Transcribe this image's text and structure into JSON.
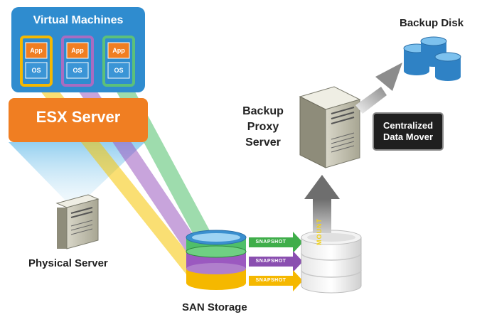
{
  "vm_group": {
    "title": "Virtual Machines",
    "vms": [
      {
        "app": "App",
        "os": "OS",
        "color": "#f5b800"
      },
      {
        "app": "App",
        "os": "OS",
        "color": "#a86cc1"
      },
      {
        "app": "App",
        "os": "OS",
        "color": "#5cc07a"
      }
    ]
  },
  "esx_server": {
    "label": "ESX Server"
  },
  "physical_server": {
    "label": "Physical Server"
  },
  "san_storage": {
    "label": "SAN Storage"
  },
  "snapshots": [
    {
      "label": "SNAPSHOT",
      "color": "#3fae4a"
    },
    {
      "label": "SNAPSHOT",
      "color": "#8a4fb0"
    },
    {
      "label": "SNAPSHOT",
      "color": "#f5b800"
    }
  ],
  "mount": {
    "label": "MOUNT"
  },
  "backup_proxy": {
    "line1": "Backup",
    "line2": "Proxy",
    "line3": "Server"
  },
  "data_mover": {
    "line1": "Centralized",
    "line2": "Data Mover"
  },
  "backup_disk": {
    "label": "Backup Disk"
  },
  "colors": {
    "vm_panel": "#2f8ccf",
    "esx_bar": "#f07e22",
    "app_box": "#f07e22",
    "os_box": "#3b95d6",
    "beam_blue": "#a9d8f0",
    "disk_blue": "#3a8fcf"
  }
}
